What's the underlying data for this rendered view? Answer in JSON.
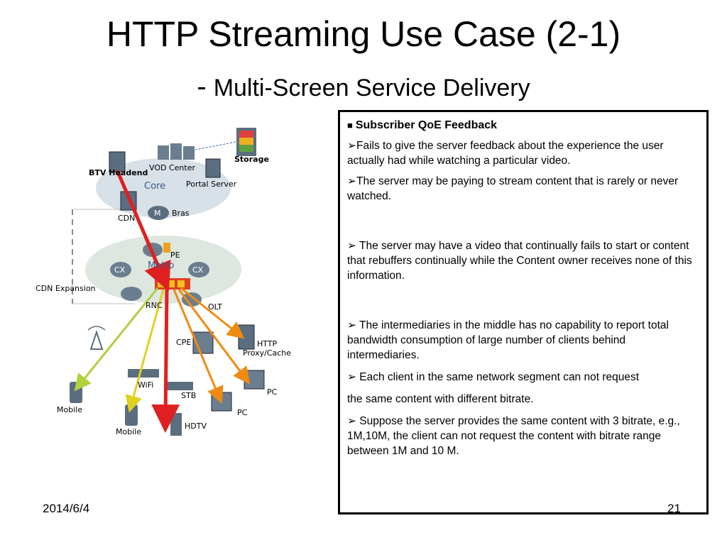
{
  "slide": {
    "title": "HTTP Streaming Use Case (2-1)",
    "subtitle_dash": "-",
    "subtitle": "Multi-Screen Service Delivery",
    "date": "2014/6/4",
    "page_number": "21"
  },
  "panel": {
    "heading_bullet": "■",
    "heading": "Subscriber QoE Feedback",
    "items": [
      "➢Fails to give the server feedback about the experience the user actually had while watching a particular video.",
      "➢The server may be paying to stream content that is rarely or never watched.",
      "➢ The server may have a video that continually fails to start or content that rebuffers continually while the Content owner receives none of this information.",
      "➢ The intermediaries in the middle has no capability to report total bandwidth consumption of large number of clients behind intermediaries.",
      "➢ Each client  in the same network segment  can not request",
      "the same content with different bitrate.",
      "➢ Suppose the server provides the same content with 3 bitrate, e.g., 1M,10M, the client can not request the content with bitrate range between 1M and 10 M."
    ]
  },
  "diagram": {
    "labels": {
      "storage": "Storage",
      "vod_center": "VOD Center",
      "btv_headend": "BTV Headend",
      "core": "Core",
      "portal_server": "Portal Server",
      "cdn": "CDN",
      "bras": "Bras",
      "pe": "PE",
      "metro": "Metro",
      "cdn_expansion": "CDN Expansion",
      "rnc": "RNC",
      "olt": "OLT",
      "cpe": "CPE",
      "http": "HTTP",
      "proxy_cache": "Proxy/Cache",
      "wifi": "WiFi",
      "stb": "STB",
      "pc1": "PC",
      "pc2": "PC",
      "mobile1": "Mobile",
      "mobile2": "Mobile",
      "hdtv": "HDTV"
    },
    "router_glyph": "M",
    "switch_glyph": "CX",
    "colors": {
      "red_arrow": "#e02020",
      "orange_arrow": "#f08a10",
      "yellow_arrow": "#e0d020",
      "green_arrow": "#b0d040",
      "cloud": "#d8e0e8",
      "device": "#5a6e80"
    }
  }
}
